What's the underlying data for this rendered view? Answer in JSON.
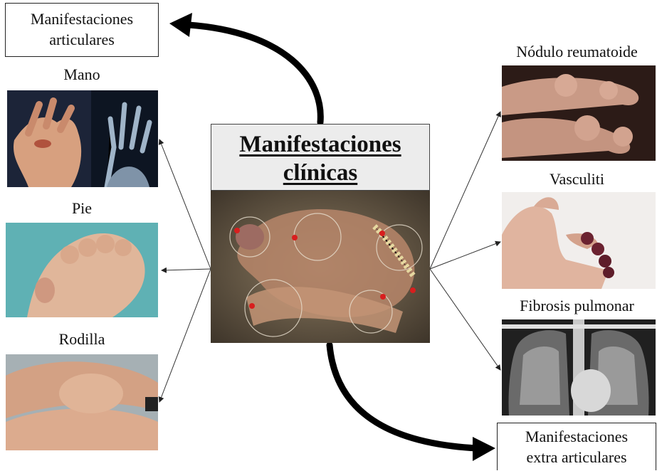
{
  "top_left_box": {
    "line1": "Manifestaciones",
    "line2": "articulares"
  },
  "bottom_right_box": {
    "line1": "Manifestaciones",
    "line2": "extra articulares"
  },
  "center": {
    "line1": "Manifestaciones",
    "line2": "clínicas"
  },
  "left_items": [
    {
      "label": "Mano",
      "image": "hand-deformity-and-xray"
    },
    {
      "label": "Pie",
      "image": "foot-deformity-photo"
    },
    {
      "label": "Rodilla",
      "image": "swollen-knee-photo"
    }
  ],
  "right_items": [
    {
      "label": "Nódulo reumatoide",
      "image": "rheumatoid-nodules-fingers-photo"
    },
    {
      "label": "Vasculiti",
      "image": "vasculitis-fingertips-photo"
    },
    {
      "label": "Fibrosis pulmonar",
      "image": "chest-xray"
    }
  ],
  "colors": {
    "accent_red": "#d81e1e",
    "title_bg": "#ececec",
    "arrow": "#000000"
  }
}
